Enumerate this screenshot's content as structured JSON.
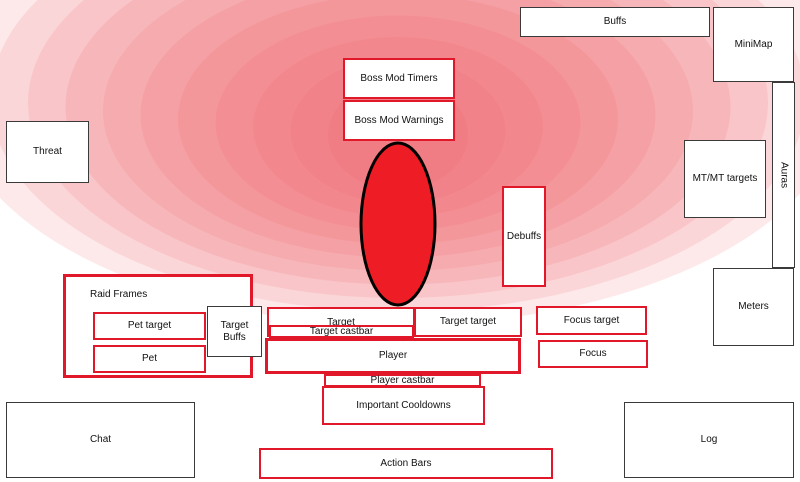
{
  "heat": {
    "color": "#f0606a"
  },
  "boss": {
    "fill": "#ee1c25"
  },
  "labels": {
    "buffs": "Buffs",
    "minimap": "MiniMap",
    "boss_mod_timers": "Boss Mod Timers",
    "boss_mod_warnings": "Boss Mod Warnings",
    "threat": "Threat",
    "mt_targets": "MT/MT targets",
    "auras": "Auras",
    "debuffs": "Debuffs",
    "raid_frames": "Raid Frames",
    "pet_target": "Pet target",
    "pet": "Pet",
    "target_buffs": "Target Buffs",
    "target": "Target",
    "target_castbar": "Target castbar",
    "target_target": "Target target",
    "focus_target": "Focus target",
    "focus": "Focus",
    "meters": "Meters",
    "player": "Player",
    "player_castbar": "Player castbar",
    "important_cooldowns": "Important Cooldowns",
    "chat": "Chat",
    "log": "Log",
    "action_bars": "Action Bars"
  }
}
